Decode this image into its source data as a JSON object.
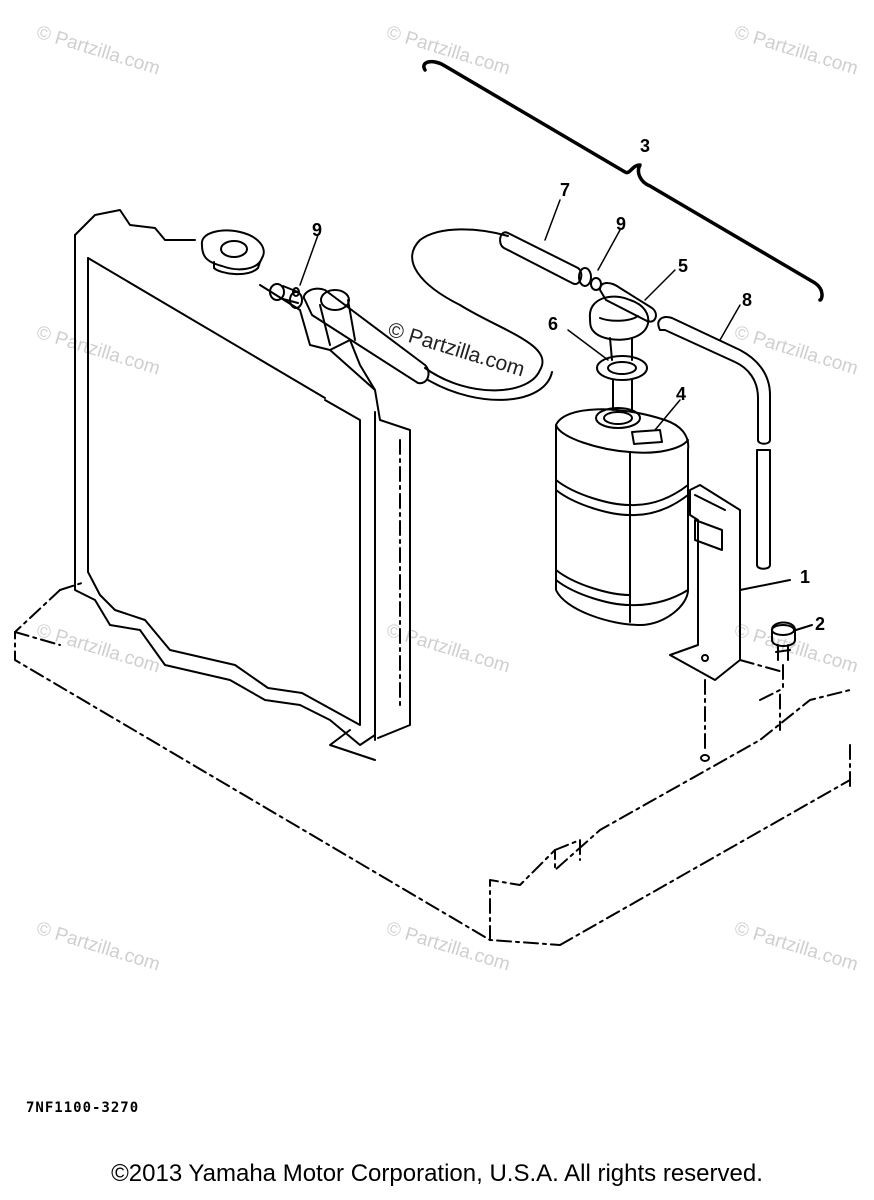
{
  "watermark": "© Partzilla.com",
  "callouts": {
    "c1": "1",
    "c2": "2",
    "c3": "3",
    "c4": "4",
    "c5": "5",
    "c6": "6",
    "c7": "7",
    "c8": "8",
    "c9a": "9",
    "c9b": "9"
  },
  "diagram_code": "7NF1100-3270",
  "copyright": "©2013 Yamaha Motor Corporation, U.S.A. All rights reserved."
}
